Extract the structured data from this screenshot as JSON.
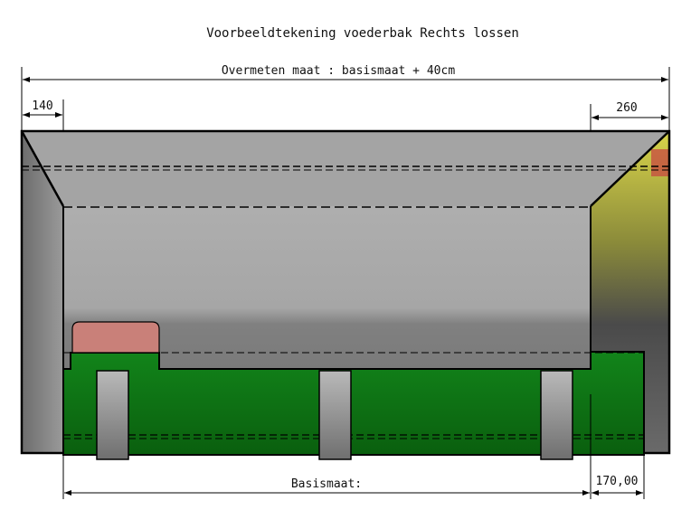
{
  "drawing": {
    "title": "Voorbeeldtekening voederbak Rechts lossen",
    "overall_dimension": "Overmeten maat : basismaat + 40cm",
    "left_overhang": "140",
    "right_overhang": "260",
    "base_dimension": "Basismaat:",
    "right_base_extension": "170,00"
  },
  "colors": {
    "bucket_gray": "#a9a9a9",
    "side_panel_gray": "#8a8a8a",
    "frame_green": "#0f7a12",
    "loader_pink": "#c98079",
    "tine_gray": "#9d9d9d",
    "outline": "#000000"
  }
}
